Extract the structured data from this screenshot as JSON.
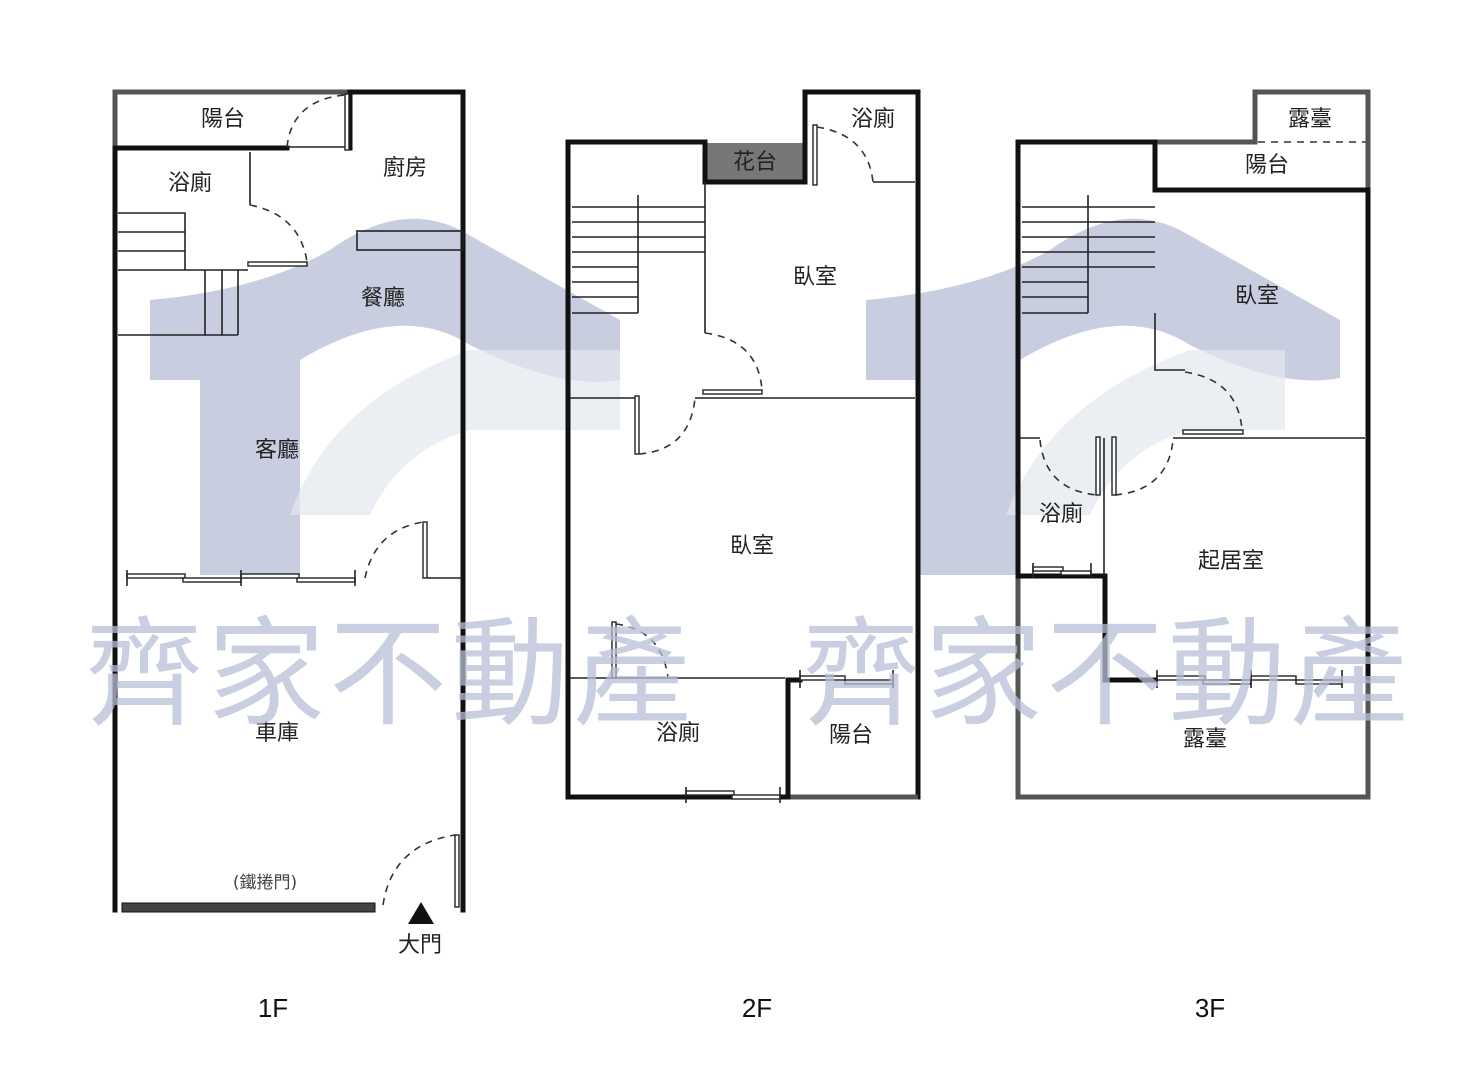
{
  "watermark": {
    "text": "齊家不動產",
    "color": "#b8bfd6"
  },
  "floors": [
    {
      "name": "1F",
      "rooms": [
        "陽台",
        "浴廁",
        "廚房",
        "餐廳",
        "客廳",
        "車庫"
      ],
      "door_note": "(鐵捲門)",
      "entrance": "大門"
    },
    {
      "name": "2F",
      "rooms": [
        "浴廁",
        "花台",
        "臥室",
        "臥室",
        "浴廁",
        "陽台"
      ]
    },
    {
      "name": "3F",
      "rooms": [
        "露臺",
        "陽台",
        "臥室",
        "浴廁",
        "起居室",
        "露臺"
      ]
    }
  ]
}
